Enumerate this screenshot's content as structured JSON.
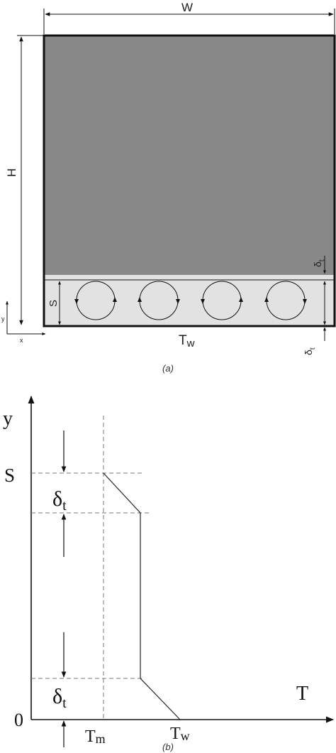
{
  "part_a": {
    "caption": "(a)",
    "labels": {
      "width": "W",
      "height": "H",
      "layer_height": "S",
      "wall_temp_main": "T",
      "wall_temp_sub": "w",
      "thickness_main": "δ",
      "thickness_sub": "t",
      "axis_x": "x",
      "axis_y": "y"
    },
    "cell_count": 4,
    "colors": {
      "solid_region": "#888888",
      "liquid_layer": "#e2e2e2",
      "outline": "#111111"
    }
  },
  "part_b": {
    "caption": "(b)",
    "labels": {
      "axis_y": "y",
      "axis_x": "T",
      "origin": "0",
      "layer_top": "S",
      "melt_temp_main": "T",
      "melt_temp_sub": "m",
      "wall_temp_main": "T",
      "wall_temp_sub": "w",
      "thickness_main": "δ",
      "thickness_sub": "t"
    }
  }
}
